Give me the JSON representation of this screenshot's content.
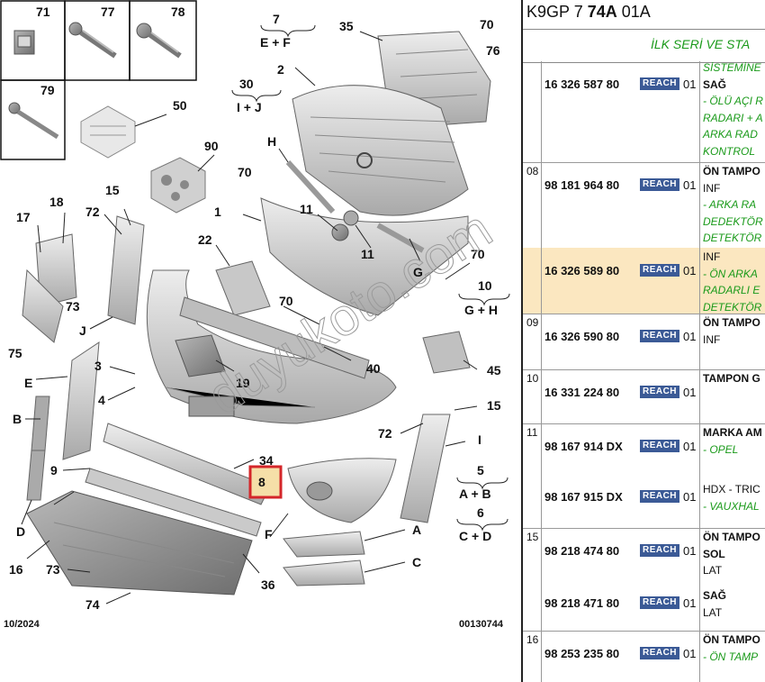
{
  "diagram": {
    "callouts": [
      "71",
      "77",
      "78",
      "79",
      "50",
      "90",
      "7",
      "E + F",
      "30",
      "I + J",
      "35",
      "70",
      "76",
      "2",
      "H",
      "11",
      "11",
      "70",
      "G",
      "70",
      "10",
      "G + H",
      "1",
      "15",
      "72",
      "18",
      "17",
      "73",
      "75",
      "22",
      "J",
      "70",
      "40",
      "3",
      "E",
      "4",
      "B",
      "19",
      "45",
      "15",
      "72",
      "I",
      "34",
      "8",
      "5",
      "A + B",
      "6",
      "C + D",
      "9",
      "D",
      "F",
      "A",
      "C",
      "16",
      "73",
      "36",
      "74"
    ],
    "date_code": "10/2024",
    "figure_number": "00130744",
    "highlighted_callout": "8",
    "watermark": "duyukoto.com"
  },
  "panel": {
    "ref_prefix": "K9GP 7",
    "ref_bold": "74A",
    "ref_suffix": "01A",
    "subheader": "İLK SERİ VE STA",
    "reach_label": "REACH",
    "rows": [
      {
        "num": "",
        "pn": "16 326 587 80",
        "qty": "01",
        "desc": [
          {
            "t": "SİSTEMİNE",
            "s": "g"
          },
          {
            "t": "SAĞ",
            "s": "b"
          },
          {
            "t": "- ÖLÜ AÇI R",
            "s": "g"
          },
          {
            "t": "RADARI + A",
            "s": "g"
          },
          {
            "t": "ARKA RAD",
            "s": "g"
          },
          {
            "t": "KONTROL",
            "s": "g"
          }
        ]
      },
      {
        "num": "08",
        "pn": "98 181 964 80",
        "qty": "01",
        "desc": [
          {
            "t": "ÖN TAMPO",
            "s": "b"
          },
          {
            "t": "INF",
            "s": ""
          },
          {
            "t": "- ARKA RA",
            "s": "g"
          },
          {
            "t": "DEDEKTÖR",
            "s": "g"
          },
          {
            "t": "DETEKTÖR",
            "s": "g"
          }
        ]
      },
      {
        "num": "",
        "pn": "16 326 589 80",
        "qty": "01",
        "desc": [
          {
            "t": "INF",
            "s": ""
          },
          {
            "t": "- ÖN ARKA",
            "s": "g"
          },
          {
            "t": "RADARLI E",
            "s": "g"
          },
          {
            "t": "DETEKTÖR",
            "s": "g"
          }
        ]
      },
      {
        "num": "09",
        "pn": "16 326 590 80",
        "qty": "01",
        "desc": [
          {
            "t": "ÖN TAMPO",
            "s": "b"
          },
          {
            "t": "INF",
            "s": ""
          }
        ]
      },
      {
        "num": "10",
        "pn": "16 331 224 80",
        "qty": "01",
        "desc": [
          {
            "t": "TAMPON G",
            "s": "b"
          }
        ]
      },
      {
        "num": "11",
        "pn": "98 167 914 DX",
        "qty": "01",
        "desc": [
          {
            "t": "MARKA AM",
            "s": "b"
          },
          {
            "t": "- OPEL",
            "s": "g"
          }
        ]
      },
      {
        "num": "",
        "pn": "98 167 915 DX",
        "qty": "01",
        "desc": [
          {
            "t": "HDX - TRIC",
            "s": ""
          },
          {
            "t": "- VAUXHAL",
            "s": "g"
          }
        ]
      },
      {
        "num": "15",
        "pn": "98 218 474 80",
        "qty": "01",
        "desc": [
          {
            "t": "ÖN TAMPO",
            "s": "b"
          },
          {
            "t": "SOL",
            "s": "b"
          },
          {
            "t": "LAT",
            "s": ""
          }
        ]
      },
      {
        "num": "",
        "pn": "98 218 471 80",
        "qty": "01",
        "desc": [
          {
            "t": "SAĞ",
            "s": "b"
          },
          {
            "t": "LAT",
            "s": ""
          }
        ]
      },
      {
        "num": "16",
        "pn": "98 253 235 80",
        "qty": "01",
        "desc": [
          {
            "t": "ÖN TAMPO",
            "s": "b"
          },
          {
            "t": "- ÖN TAMP",
            "s": "g"
          }
        ]
      }
    ]
  }
}
